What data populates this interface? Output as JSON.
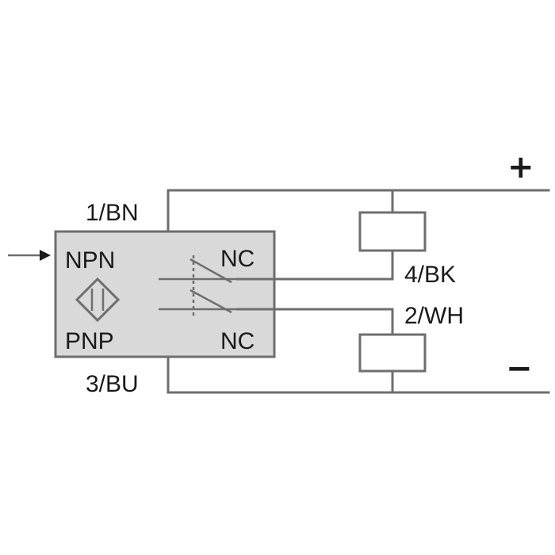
{
  "diagram": {
    "colors": {
      "wire": "#6e6e6e",
      "sensor_body": "#d9d9d9",
      "text": "#1a1a1a"
    },
    "pin_top": "1/BN",
    "pin_bottom": "3/BU",
    "output_upper": "4/BK",
    "output_lower": "2/WH",
    "sensor_type_top": "NPN",
    "sensor_type_bottom": "PNP",
    "contact_upper": "NC",
    "contact_lower": "NC",
    "supply_positive": "+",
    "supply_negative": "−",
    "icons": [
      "input-arrow-icon",
      "inductive-sensor-icon",
      "load-coil-icon"
    ]
  }
}
